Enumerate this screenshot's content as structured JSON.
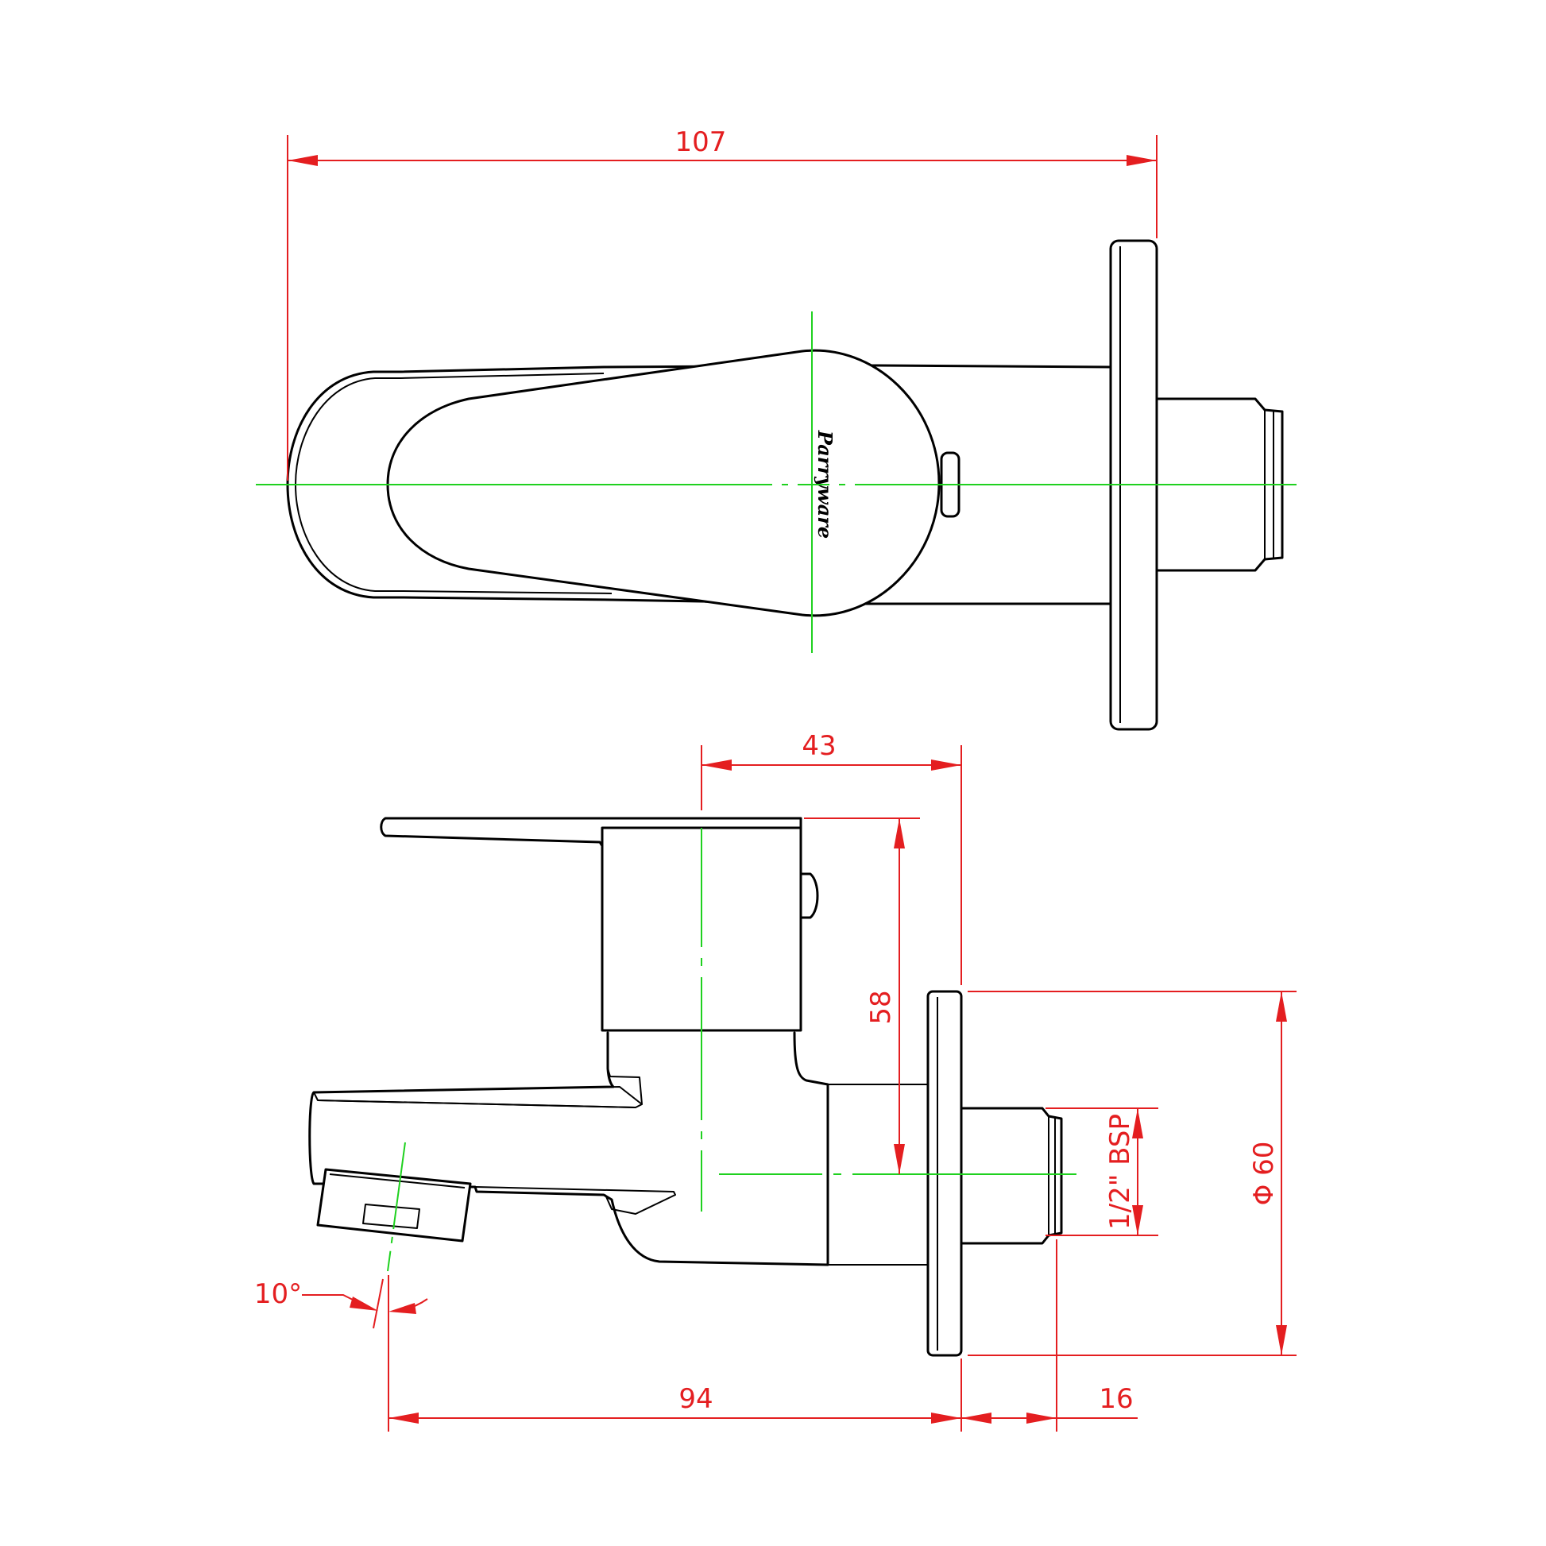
{
  "dimensions": {
    "overall_length": "107",
    "handle_offset": "43",
    "height": "58",
    "spout_reach": "94",
    "thread_length": "16",
    "thread_size": "1/2\" BSP",
    "flange_diameter": "Φ 60",
    "spout_angle": "10°"
  },
  "logo": {
    "text": "Parryware"
  },
  "colors": {
    "outline": "#000000",
    "dimension": "#e41e20",
    "centerline": "#1fd11f"
  }
}
